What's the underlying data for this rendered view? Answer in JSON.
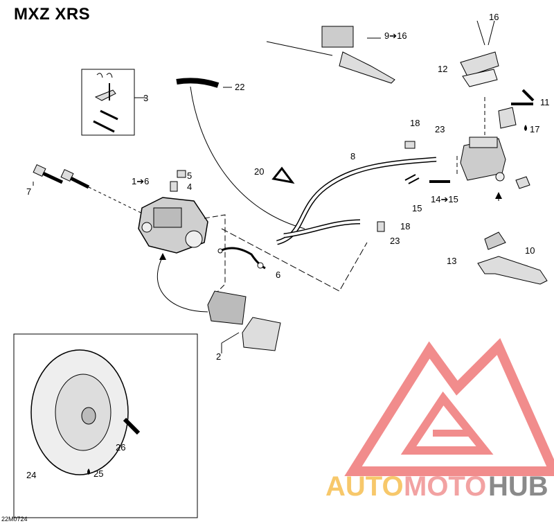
{
  "title": "MXZ XRS",
  "figure_code": "22M0724",
  "watermark": {
    "auto": "AUTO",
    "moto": "MOTO",
    "hub": "HUB",
    "color_auto": "#f7c86b",
    "color_moto": "#f2a2a2",
    "color_hub": "#8a8a8a",
    "logo_color": "#f08080"
  },
  "callouts": {
    "c1_6": "1➔6",
    "c2": "2",
    "c3": "3",
    "c4": "4",
    "c5": "5",
    "c6": "6",
    "c7": "7",
    "c8": "8",
    "c9_16": "9➔16",
    "c10": "10",
    "c11": "11",
    "c12": "12",
    "c13": "13",
    "c14_15": "14➔15",
    "c15": "15",
    "c16": "16",
    "c17": "17",
    "c18a": "18",
    "c18b": "18",
    "c20": "20",
    "c22": "22",
    "c23a": "23",
    "c23b": "23",
    "c24": "24",
    "c25": "25",
    "c26": "26"
  }
}
